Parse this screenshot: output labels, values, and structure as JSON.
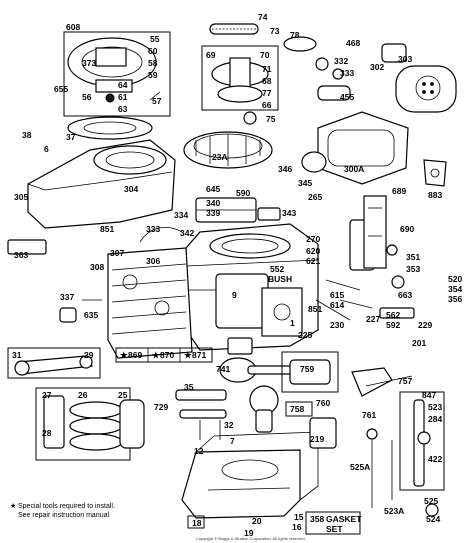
{
  "part_labels": {
    "p74": "74",
    "p73": "73",
    "p608": "608",
    "p55": "55",
    "p60": "60",
    "p373": "373",
    "p58": "58",
    "p59": "59",
    "p64": "64",
    "p61": "61",
    "p63": "63",
    "p655": "655",
    "p56": "56",
    "p57": "57",
    "p69": "69",
    "p70": "70",
    "p71": "71",
    "p68": "68",
    "p77": "77",
    "p66": "66",
    "p78": "78",
    "p468": "468",
    "p332": "332",
    "p333": "333",
    "p302": "302",
    "p303": "303",
    "p455": "455",
    "p38": "38",
    "p37": "37",
    "p6": "6",
    "p75": "75",
    "p23A": "23A",
    "p305": "305",
    "p304": "304",
    "p346": "346",
    "p345": "345",
    "p300A": "300A",
    "p645": "645",
    "p590": "590",
    "p883": "883",
    "p340": "340",
    "p339": "339",
    "p265": "265",
    "p689": "689",
    "p334": "334",
    "p343": "343",
    "p851": "851",
    "p333b": "333",
    "p342": "342",
    "p270": "270",
    "p690": "690",
    "p363": "363",
    "p307": "307",
    "p308": "308",
    "p306": "306",
    "p620": "620",
    "p552": "552",
    "p552b": "BUSH",
    "p621": "621",
    "p351": "351",
    "p353": "353",
    "p520": "520",
    "p354": "354",
    "p356": "356",
    "p337": "337",
    "p635": "635",
    "p615": "615",
    "p614": "614",
    "p663": "663",
    "p851b": "851",
    "p229": "229",
    "p230": "230",
    "p227": "227",
    "p562": "562",
    "p592": "592",
    "p225": "225",
    "p201": "201",
    "p31": "31",
    "p29": "29",
    "p869": "869",
    "p870": "870",
    "p871": "871",
    "p741": "741",
    "p759": "759",
    "p757": "757",
    "p847": "847",
    "p27": "27",
    "p26": "26",
    "p25": "25",
    "p28": "28",
    "p35": "35",
    "p729": "729",
    "p32": "32",
    "p758": "758",
    "p760": "760",
    "p761": "761",
    "p523": "523",
    "p284": "284",
    "p422": "422",
    "p219": "219",
    "p12": "12",
    "p525A": "525A",
    "p523A": "523A",
    "p525": "525",
    "p524": "524",
    "p18": "18",
    "p20": "20",
    "p15": "15",
    "p358": "358",
    "p358b": "GASKET",
    "p358c": "SET",
    "p9": "9",
    "p1": "1",
    "p16": "16",
    "p19": "19",
    "p7": "7"
  },
  "special_tools_note": "Special tools required to install.",
  "repair_manual_note": "See repair instruction manual",
  "copyright": "Copyright © Briggs & Stratton Corporation. All rights reserved."
}
